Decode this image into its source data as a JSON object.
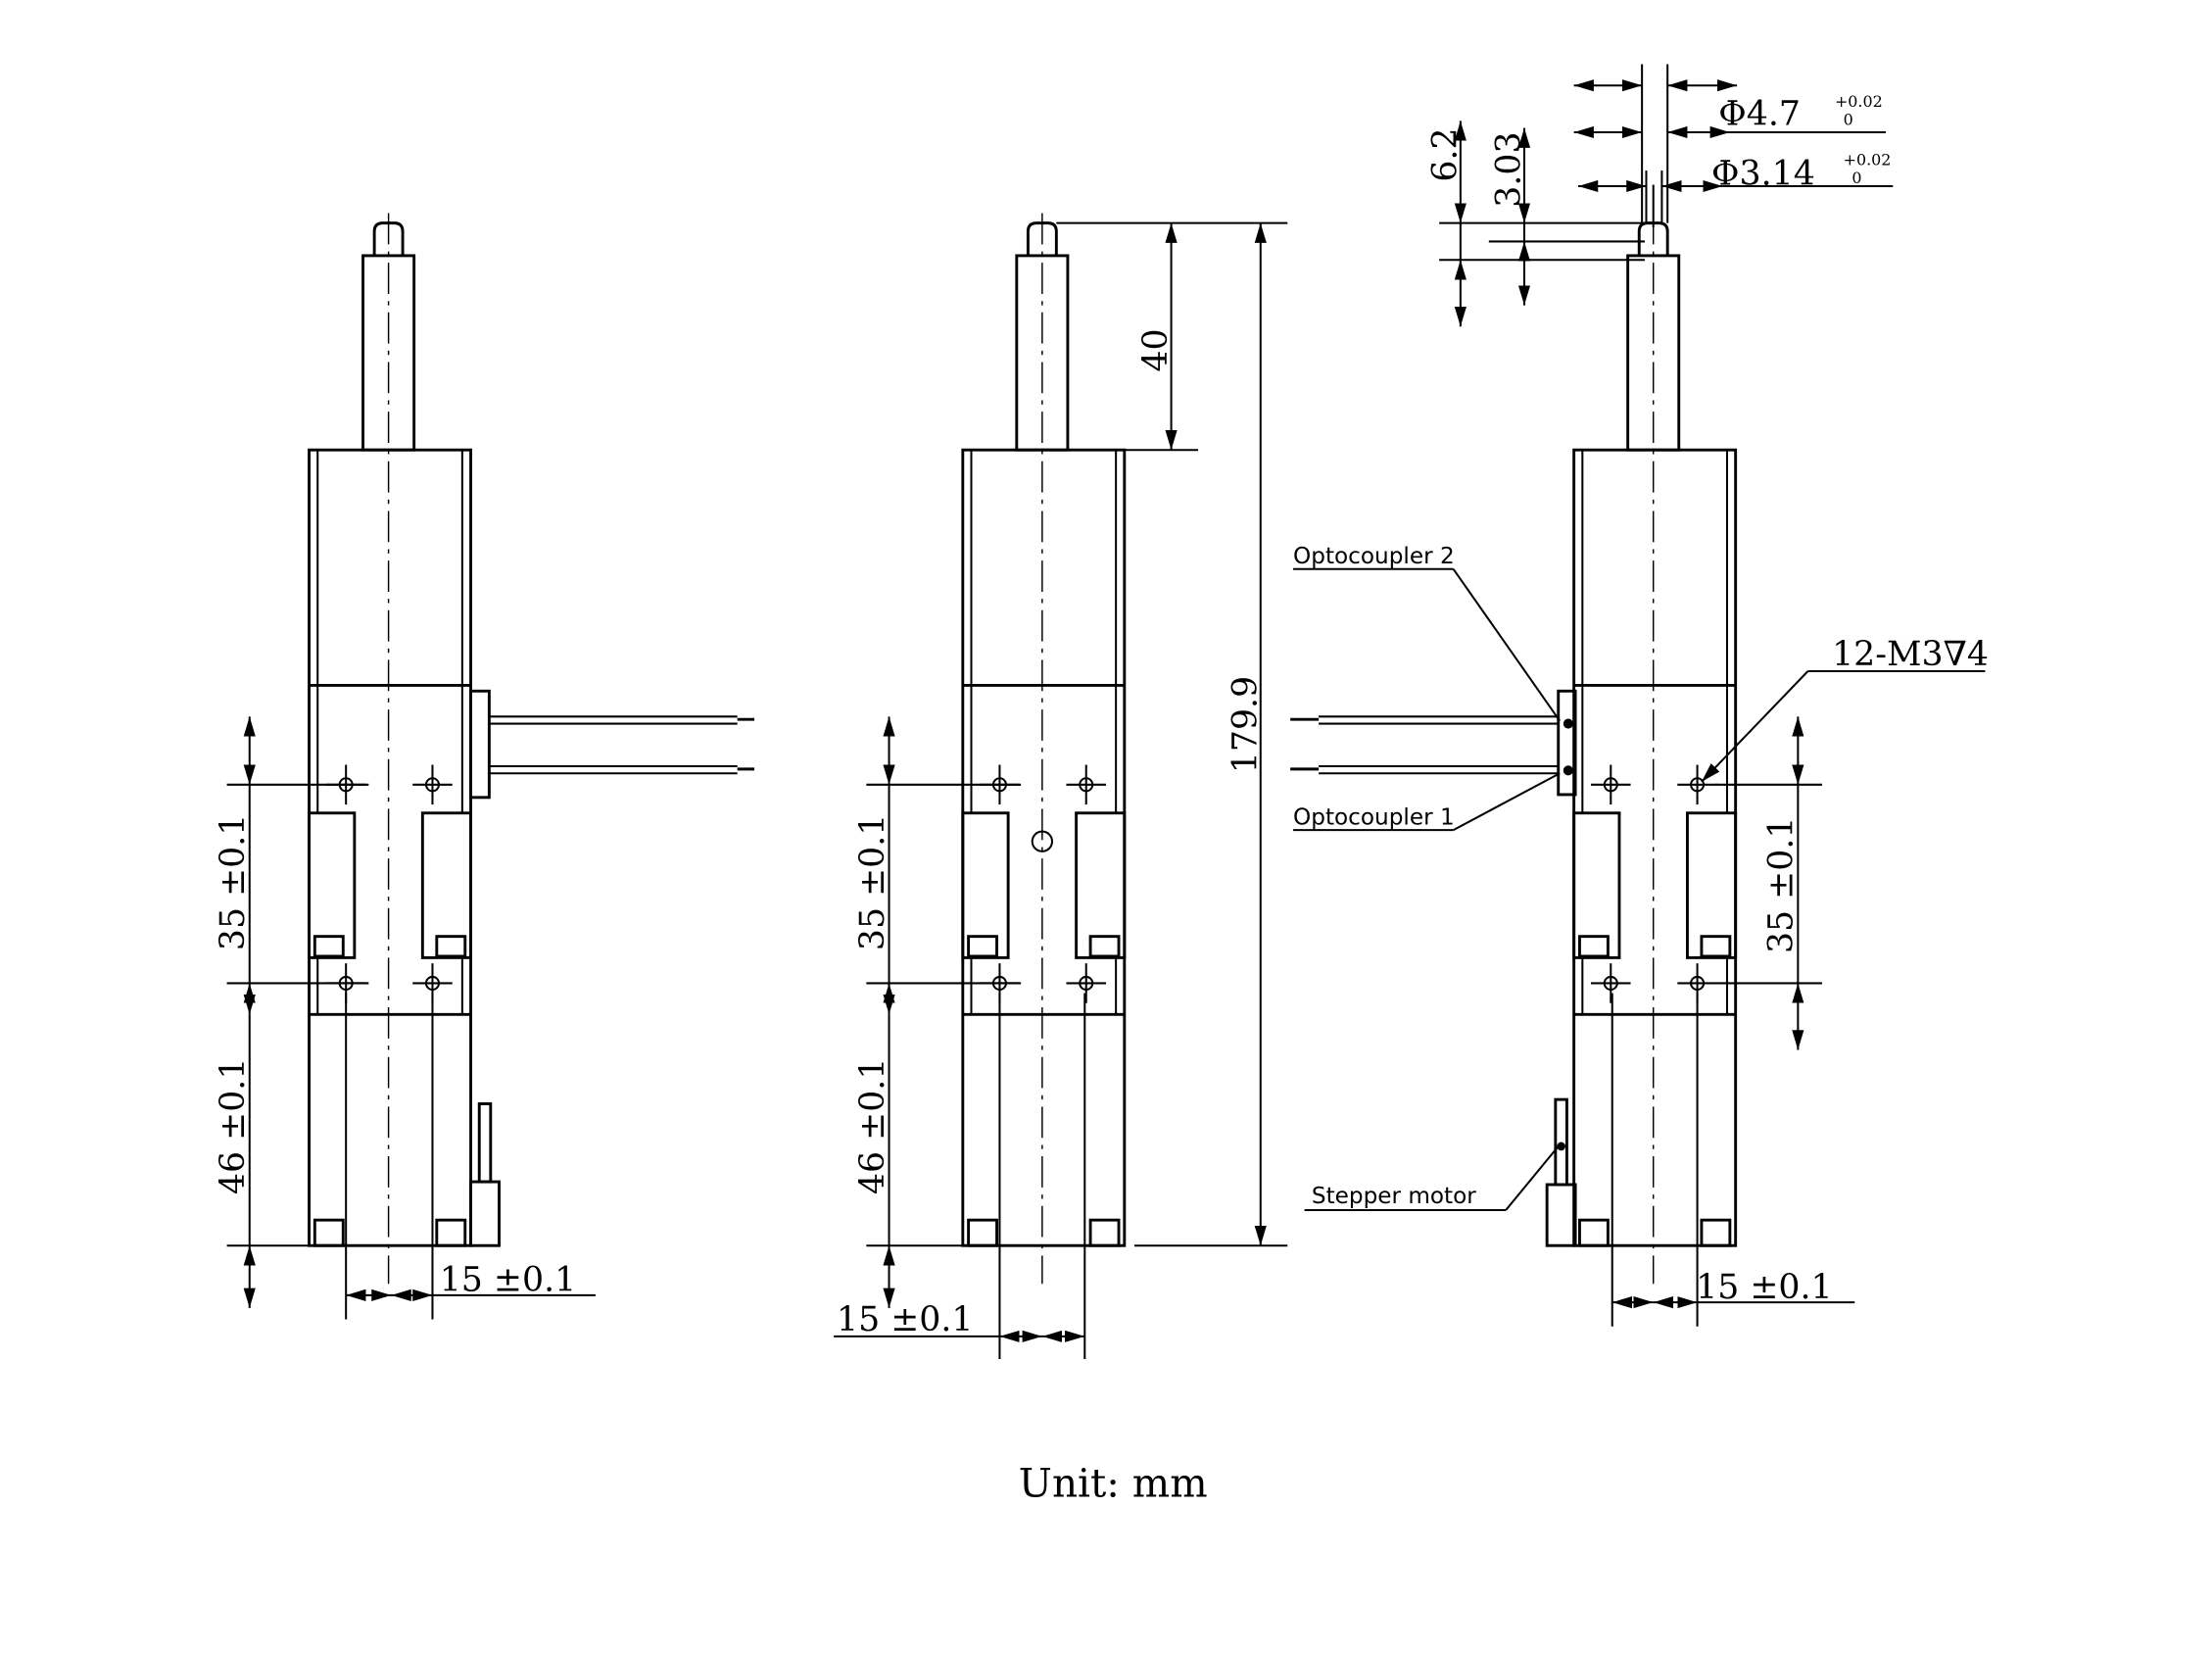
{
  "drawing": {
    "unit_label": "Unit: mm",
    "left_view": {
      "dim_35": "35 ±0.1",
      "dim_46": "46 ±0.1",
      "dim_15": "15 ±0.1"
    },
    "center_view": {
      "dim_40": "40",
      "dim_total": "179.9",
      "dim_35": "35 ±0.1",
      "dim_46": "46 ±0.1",
      "dim_15": "15 ±0.1"
    },
    "right_view": {
      "dim_shaft_outer": "Φ4.7",
      "tol_outer_upper": "+0.02",
      "tol_outer_lower": "0",
      "dim_shaft_inner": "Φ3.14",
      "tol_inner_upper": "+0.02",
      "tol_inner_lower": "0",
      "dim_6_2": "6.2",
      "dim_3_03": "3.03",
      "dim_35": "35 ±0.1",
      "dim_15": "15 ±0.1",
      "label_optocoupler2": "Optocoupler 2",
      "label_optocoupler1": "Optocoupler 1",
      "label_thread": "12-M3∇4",
      "label_stepper": "Stepper motor"
    }
  }
}
